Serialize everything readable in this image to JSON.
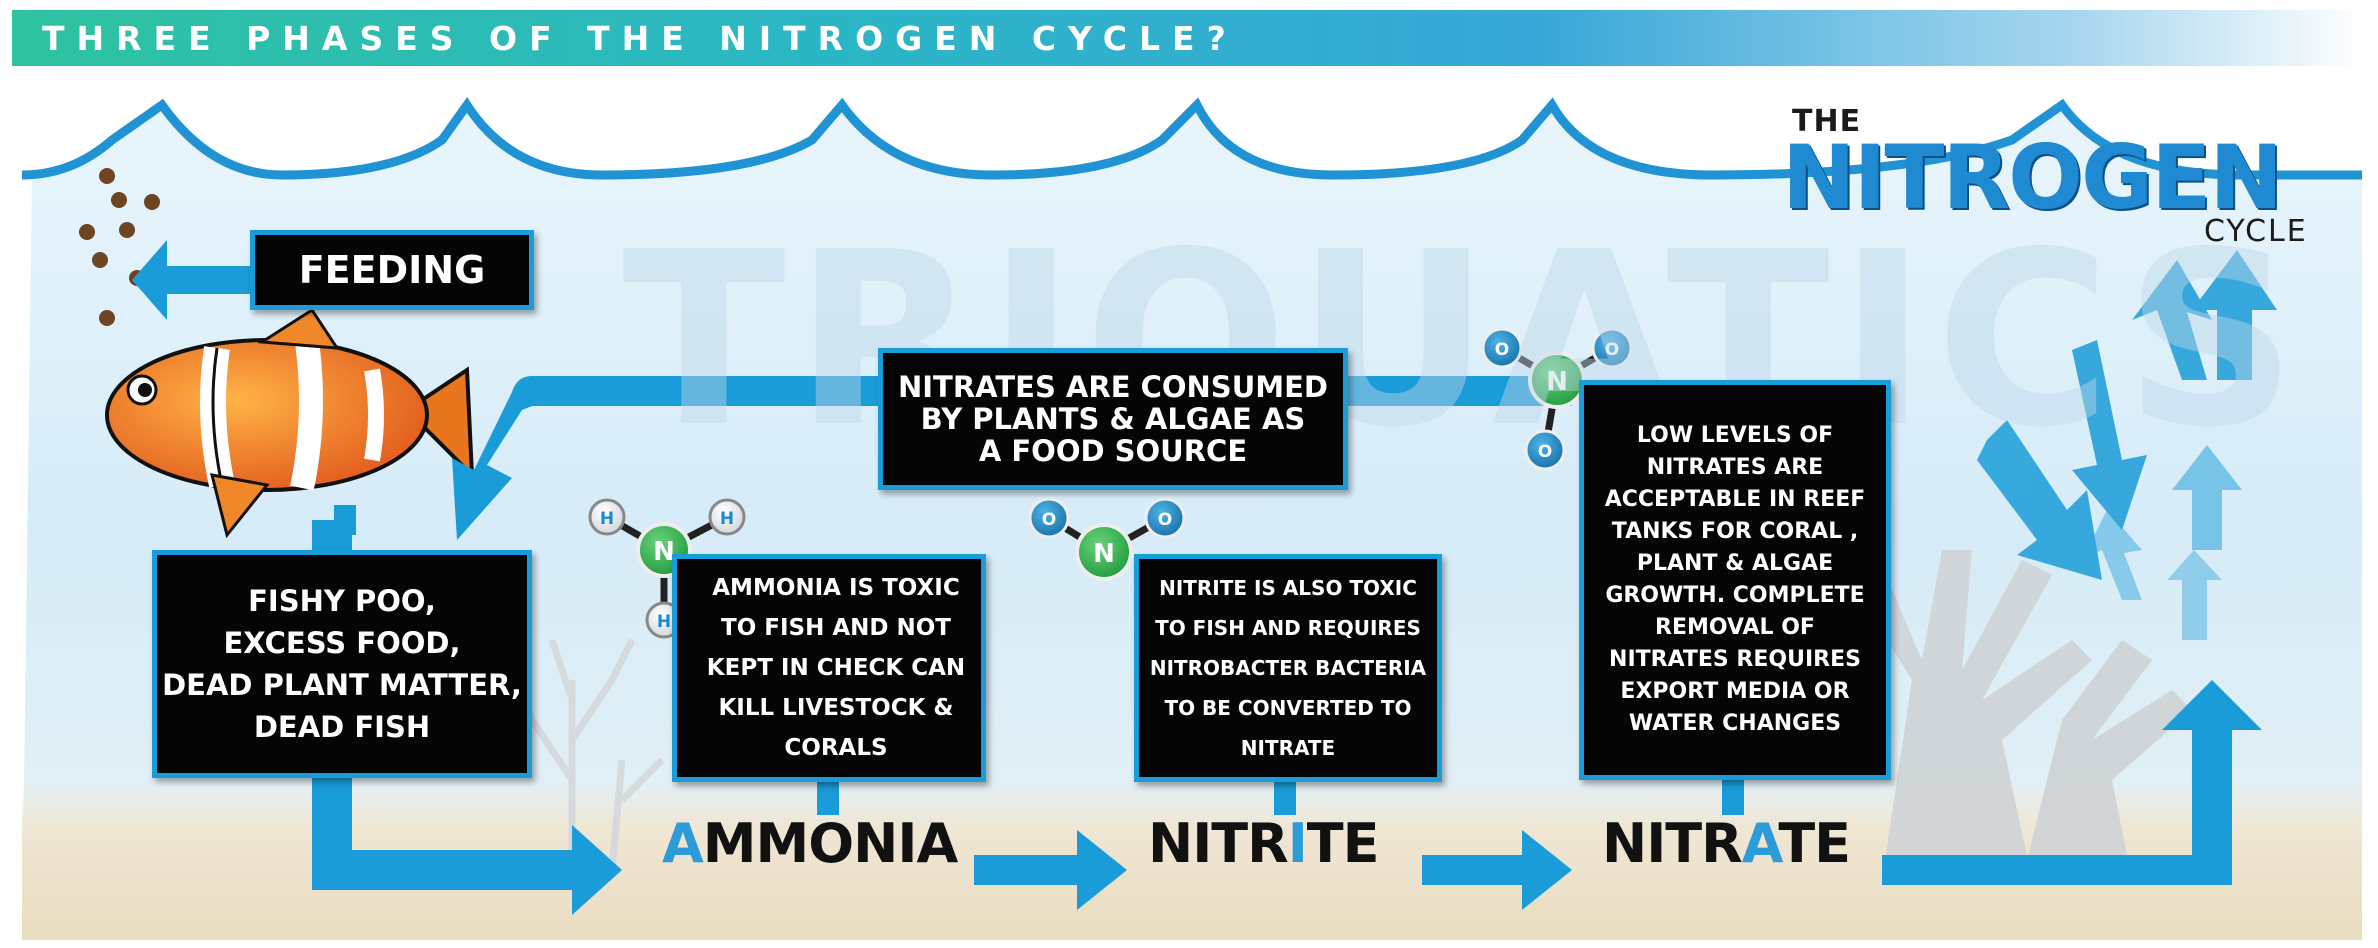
{
  "header": {
    "title": "THREE PHASES OF THE NITROGEN CYCLE?"
  },
  "logo": {
    "the": "THE",
    "main": "NITROGEN",
    "cycle": "CYCLE"
  },
  "watermark": "TRIQUATICS",
  "feeding": {
    "label": "FEEDING"
  },
  "source_box": {
    "text": "FISHY POO,\nEXCESS FOOD,\nDEAD PLANT MATTER,\nDEAD FISH"
  },
  "consumed_box": {
    "text": "NITRATES ARE CONSUMED\nBY PLANTS & ALGAE AS\nA FOOD SOURCE"
  },
  "stages": [
    {
      "name_first": "A",
      "name_rest": "MMONIA",
      "desc": "AMMONIA IS TOXIC\nTO FISH AND NOT\nKEPT IN CHECK CAN\nKILL LIVESTOCK &\nCORALS",
      "molecule": {
        "center": "N",
        "atoms": [
          "H",
          "H",
          "H"
        ]
      }
    },
    {
      "name_before": "NITR",
      "name_accent": "I",
      "name_after": "TE",
      "desc": "NITRITE IS ALSO TOXIC\nTO FISH AND REQUIRES\nNITROBACTER BACTERIA\nTO BE CONVERTED TO\nNITRATE",
      "molecule": {
        "center": "N",
        "atoms": [
          "O",
          "O"
        ]
      }
    },
    {
      "name_before": "NITR",
      "name_accent": "A",
      "name_after": "TE",
      "desc": "LOW LEVELS OF\nNITRATES ARE\nACCEPTABLE IN REEF\nTANKS  FOR CORAL ,\nPLANT & ALGAE\nGROWTH. COMPLETE\nREMOVAL OF\nNITRATES REQUIRES\nEXPORT MEDIA OR\nWATER CHANGES",
      "molecule": {
        "center": "N",
        "atoms": [
          "O",
          "O",
          "O"
        ]
      }
    }
  ],
  "colors": {
    "accent": "#2b9bd9",
    "arrow": "#1a9cd8",
    "box": "#050505",
    "nitrogen": "#2fb24f",
    "water": "#d8eefa",
    "sand": "#efe6d4"
  },
  "icons": [
    "clownfish",
    "fish-food-pellets",
    "coral-silhouette",
    "water-wave",
    "molecule"
  ]
}
